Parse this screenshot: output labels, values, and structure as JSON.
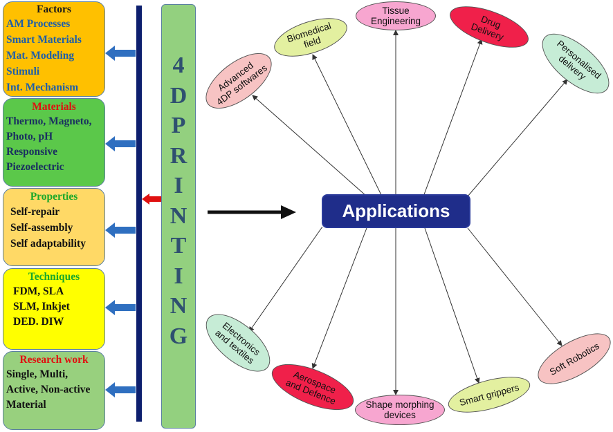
{
  "colors": {
    "bar": "#0d1f6e",
    "left_arrow": "#2f6fc0",
    "red_arrow": "#e01010",
    "hub": "#1f2d8a"
  },
  "panels": [
    {
      "title": "Factors",
      "items": [
        "AM Processes",
        "Smart Materials",
        "Mat. Modeling",
        "Stimuli",
        "Int. Mechanism"
      ]
    },
    {
      "title": "Materials",
      "items": [
        "Thermo, Magneto,",
        "Photo, pH",
        "Responsive",
        "Piezoelectric"
      ]
    },
    {
      "title": "Properties",
      "items": [
        "Self-repair",
        "Self-assembly",
        "Self adaptability"
      ]
    },
    {
      "title": "Techniques",
      "items": [
        "FDM, SLA",
        "SLM, Inkjet",
        "DED. DIW"
      ]
    },
    {
      "title": "Research work",
      "items": [
        "Single, Multi,",
        "Active, Non-active",
        "Material"
      ]
    }
  ],
  "printing_letters": [
    "4",
    "D",
    "P",
    "R",
    "I",
    "N",
    "T",
    "I",
    "N",
    "G"
  ],
  "hub_label": "Applications",
  "applications_top": [
    {
      "label": "Advanced\n4DP softwares",
      "color": "#f7c3c3"
    },
    {
      "label": "Biomedical\nfield",
      "color": "#e3f0a0"
    },
    {
      "label": "Tissue\nEngineering",
      "color": "#f7a6d0"
    },
    {
      "label": "Drug\nDelivery",
      "color": "#f0204a"
    },
    {
      "label": "Personalised\ndelivery",
      "color": "#c6ecd6"
    }
  ],
  "applications_bottom": [
    {
      "label": "Electronics\nand textiles",
      "color": "#c6ecd6"
    },
    {
      "label": "Aerospace\nand Defence",
      "color": "#f0204a"
    },
    {
      "label": "Shape morphing\ndevices",
      "color": "#f7a6d0"
    },
    {
      "label": "Smart grippers",
      "color": "#e3f0a0"
    },
    {
      "label": "Soft Robotics",
      "color": "#f7c3c3"
    }
  ]
}
